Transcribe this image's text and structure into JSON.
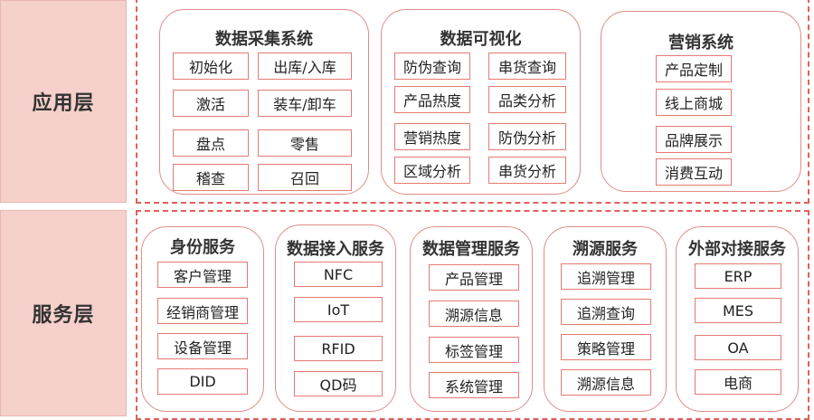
{
  "layers": {
    "app": {
      "label": "应用层",
      "groups": [
        {
          "title": "数据采集系统",
          "items": [
            "初始化",
            "出库/入库",
            "激活",
            "装车/卸车",
            "盘点",
            "零售",
            "稽查",
            "召回"
          ]
        },
        {
          "title": "数据可视化",
          "items": [
            "防伪查询",
            "串货查询",
            "产品热度",
            "品类分析",
            "营销热度",
            "防伪分析",
            "区域分析",
            "串货分析"
          ]
        },
        {
          "title": "营销系统",
          "items": [
            "产品定制",
            "线上商城",
            "品牌展示",
            "消费互动"
          ]
        }
      ]
    },
    "service": {
      "label": "服务层",
      "groups": [
        {
          "title": "身份服务",
          "items": [
            "客户管理",
            "经销商管理",
            "设备管理",
            "DID"
          ]
        },
        {
          "title": "数据接入服务",
          "items": [
            "NFC",
            "IoT",
            "RFID",
            "QD码"
          ]
        },
        {
          "title": "数据管理服务",
          "items": [
            "产品管理",
            "溯源信息",
            "标签管理",
            "系统管理"
          ]
        },
        {
          "title": "溯源服务",
          "items": [
            "追溯管理",
            "追溯查询",
            "策略管理",
            "溯源信息"
          ]
        },
        {
          "title": "外部对接服务",
          "items": [
            "ERP",
            "MES",
            "OA",
            "电商"
          ]
        }
      ]
    }
  },
  "colors": {
    "label_bg": "#f6d0cb",
    "dash": "#e0605a",
    "box_border": "#e47b73",
    "group_border": "#e08d86"
  }
}
